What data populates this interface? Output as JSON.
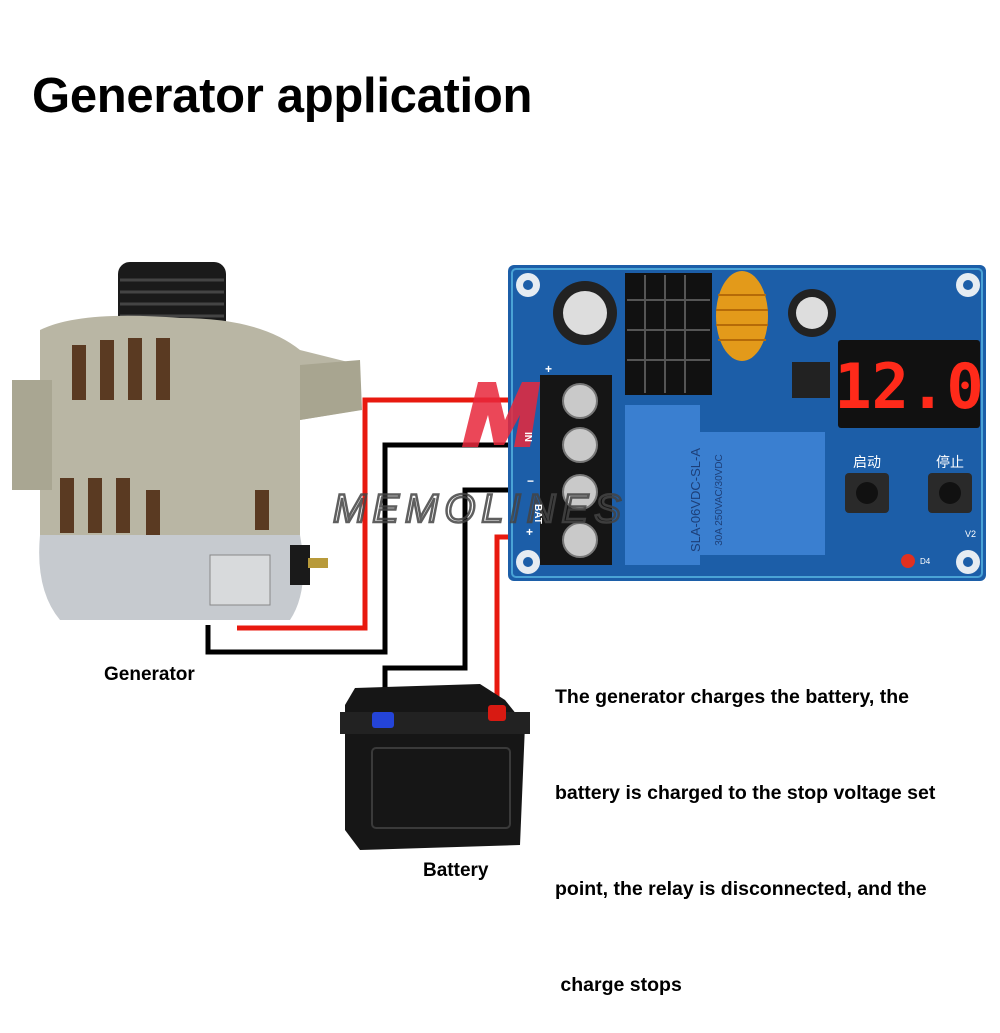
{
  "title": "Generator application",
  "labels": {
    "generator": "Generator",
    "battery": "Battery"
  },
  "caption": [
    "The generator charges the battery, the",
    "battery is charged to the stop voltage set",
    "point, the relay is disconnected, and the",
    " charge stops"
  ],
  "board": {
    "display_value": "12.0",
    "start_button_label": "启动",
    "stop_button_label": "停止",
    "terminal_labels": [
      "+",
      "IN",
      "−",
      "BAT",
      "+"
    ],
    "relay_text": "SLA-06VDC-SL-A",
    "relay_rating": "30A 250VAC/30VDC",
    "v2_label": "V2",
    "d4_label": "D4"
  },
  "watermark": "MEMOLINES",
  "colors": {
    "wire_positive": "#e8190f",
    "wire_negative": "#000000",
    "pcb": "#1c5ea8",
    "display_digits": "#ff2a1a",
    "relay": "#3a7fd0",
    "watermark_logo": "#e8283c"
  }
}
